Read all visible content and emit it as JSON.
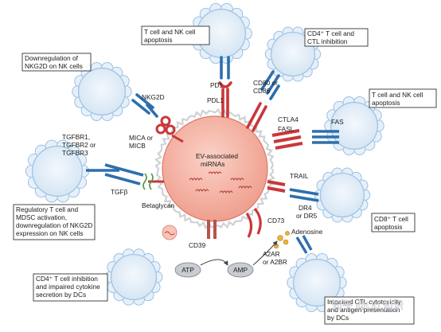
{
  "callouts": {
    "tnk_top": [
      "T cell and NK cell",
      "apoptosis"
    ],
    "cd4_ctl": [
      "CD4⁺ T cell and",
      "CTL inhibition"
    ],
    "nkg2d_down": [
      "Downregulation of",
      "NKG2D on NK cells"
    ],
    "tnk_right": [
      "T cell and NK cell",
      "apoptosis"
    ],
    "treg": [
      "Regulatory T cell and",
      "MDSC activation,",
      "downregulation of NKG2D",
      "expression on NK cells"
    ],
    "cd8": [
      "CD8⁺ T cell",
      "apoptosis"
    ],
    "cd4_dc": [
      "CD4⁺ T cell inhibition",
      "and impaired cytokine",
      "secretion by DCs"
    ],
    "ctl_dc": [
      "Impaired CTL cytotoxicity",
      "and antigen presentation",
      "by DCs"
    ]
  },
  "labels": {
    "pd1": "PD1",
    "pdl1": "PDL1",
    "cd80": [
      "CD80 or",
      "CD86"
    ],
    "ctla4": "CTLA4",
    "nkg2d": "NKG2D",
    "fas": "FAS",
    "fasl": "FASL",
    "mica": [
      "MICA or",
      "MICB"
    ],
    "tgfbr": [
      "TGFBR1,",
      "TGFBR2 or",
      "TGFBR3"
    ],
    "tgfb": "TGFβ",
    "betaglycan": "Betaglycan",
    "ev": [
      "EV-associated",
      "miRNAs"
    ],
    "trail": "TRAIL",
    "dr": [
      "DR4",
      "or DR5"
    ],
    "cd73": "CD73",
    "adenosine": "Adenosine",
    "cd39": "CD39",
    "atp": "ATP",
    "amp": "AMP",
    "a2ar": [
      "A2AR",
      "or A2BR"
    ]
  },
  "watermark": "知乎 @Lib.知识",
  "colors": {
    "vesicle": "#f5b3a5",
    "cell_fill": "#e9f1fa",
    "cell_edge": "#9cc1e2",
    "receptor_blue": "#2c6fad",
    "ligand_red": "#c9373b",
    "ligand_pink": "#f0a09a",
    "adenosine": "#e8b43c"
  }
}
